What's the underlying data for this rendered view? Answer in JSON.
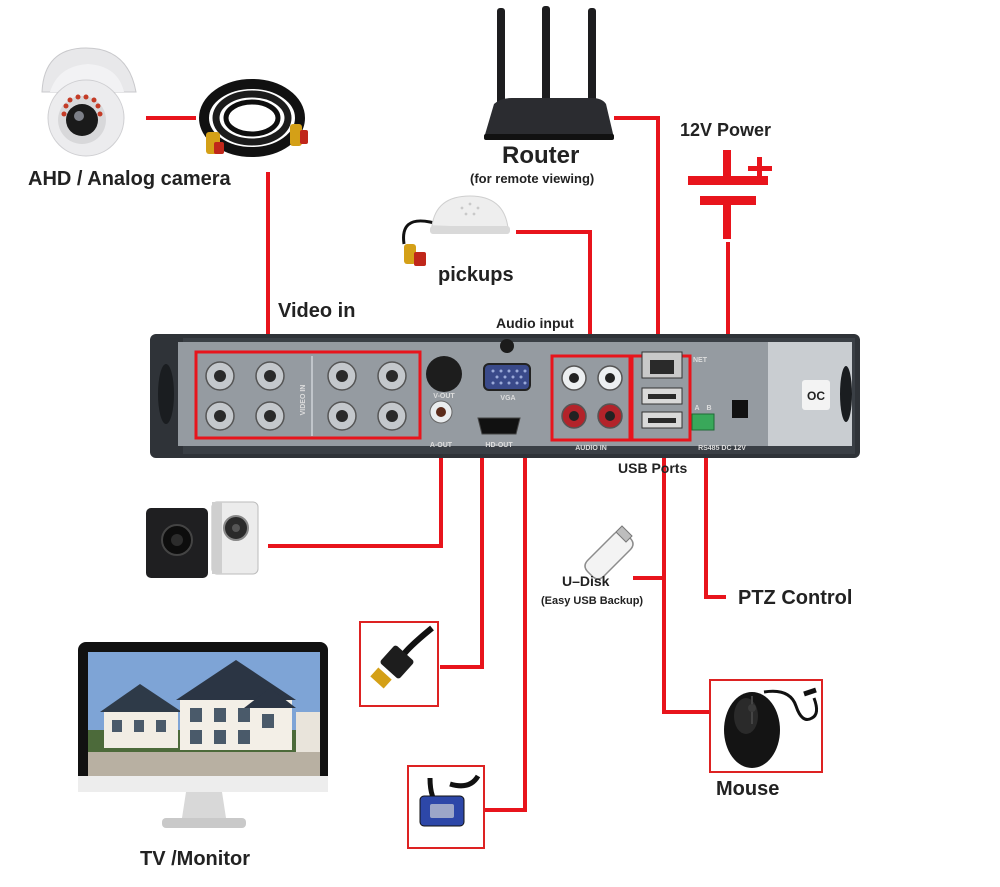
{
  "labels": {
    "camera": "AHD / Analog camera",
    "router": "Router",
    "router_sub": "(for remote viewing)",
    "power": "12V Power",
    "pickups": "pickups",
    "video_in": "Video in",
    "audio_input": "Audio input",
    "usb_ports": "USB Ports",
    "udisk": "U–Disk",
    "udisk_sub": "(Easy USB Backup)",
    "ptz": "PTZ Control",
    "mouse": "Mouse",
    "tv": "TV /Monitor"
  },
  "panel": {
    "video_in": "VIDEO IN",
    "vout": "V-OUT",
    "aout": "A-OUT",
    "vga": "VGA",
    "hdout": "HD-OUT",
    "audio_in": "AUDIO IN",
    "net": "NET",
    "a": "A",
    "b": "B",
    "rs485": "RS485 DC 12V"
  },
  "colors": {
    "wire": "#e8141c",
    "panel": "#2f3338",
    "panel_face": "#8e949a"
  }
}
